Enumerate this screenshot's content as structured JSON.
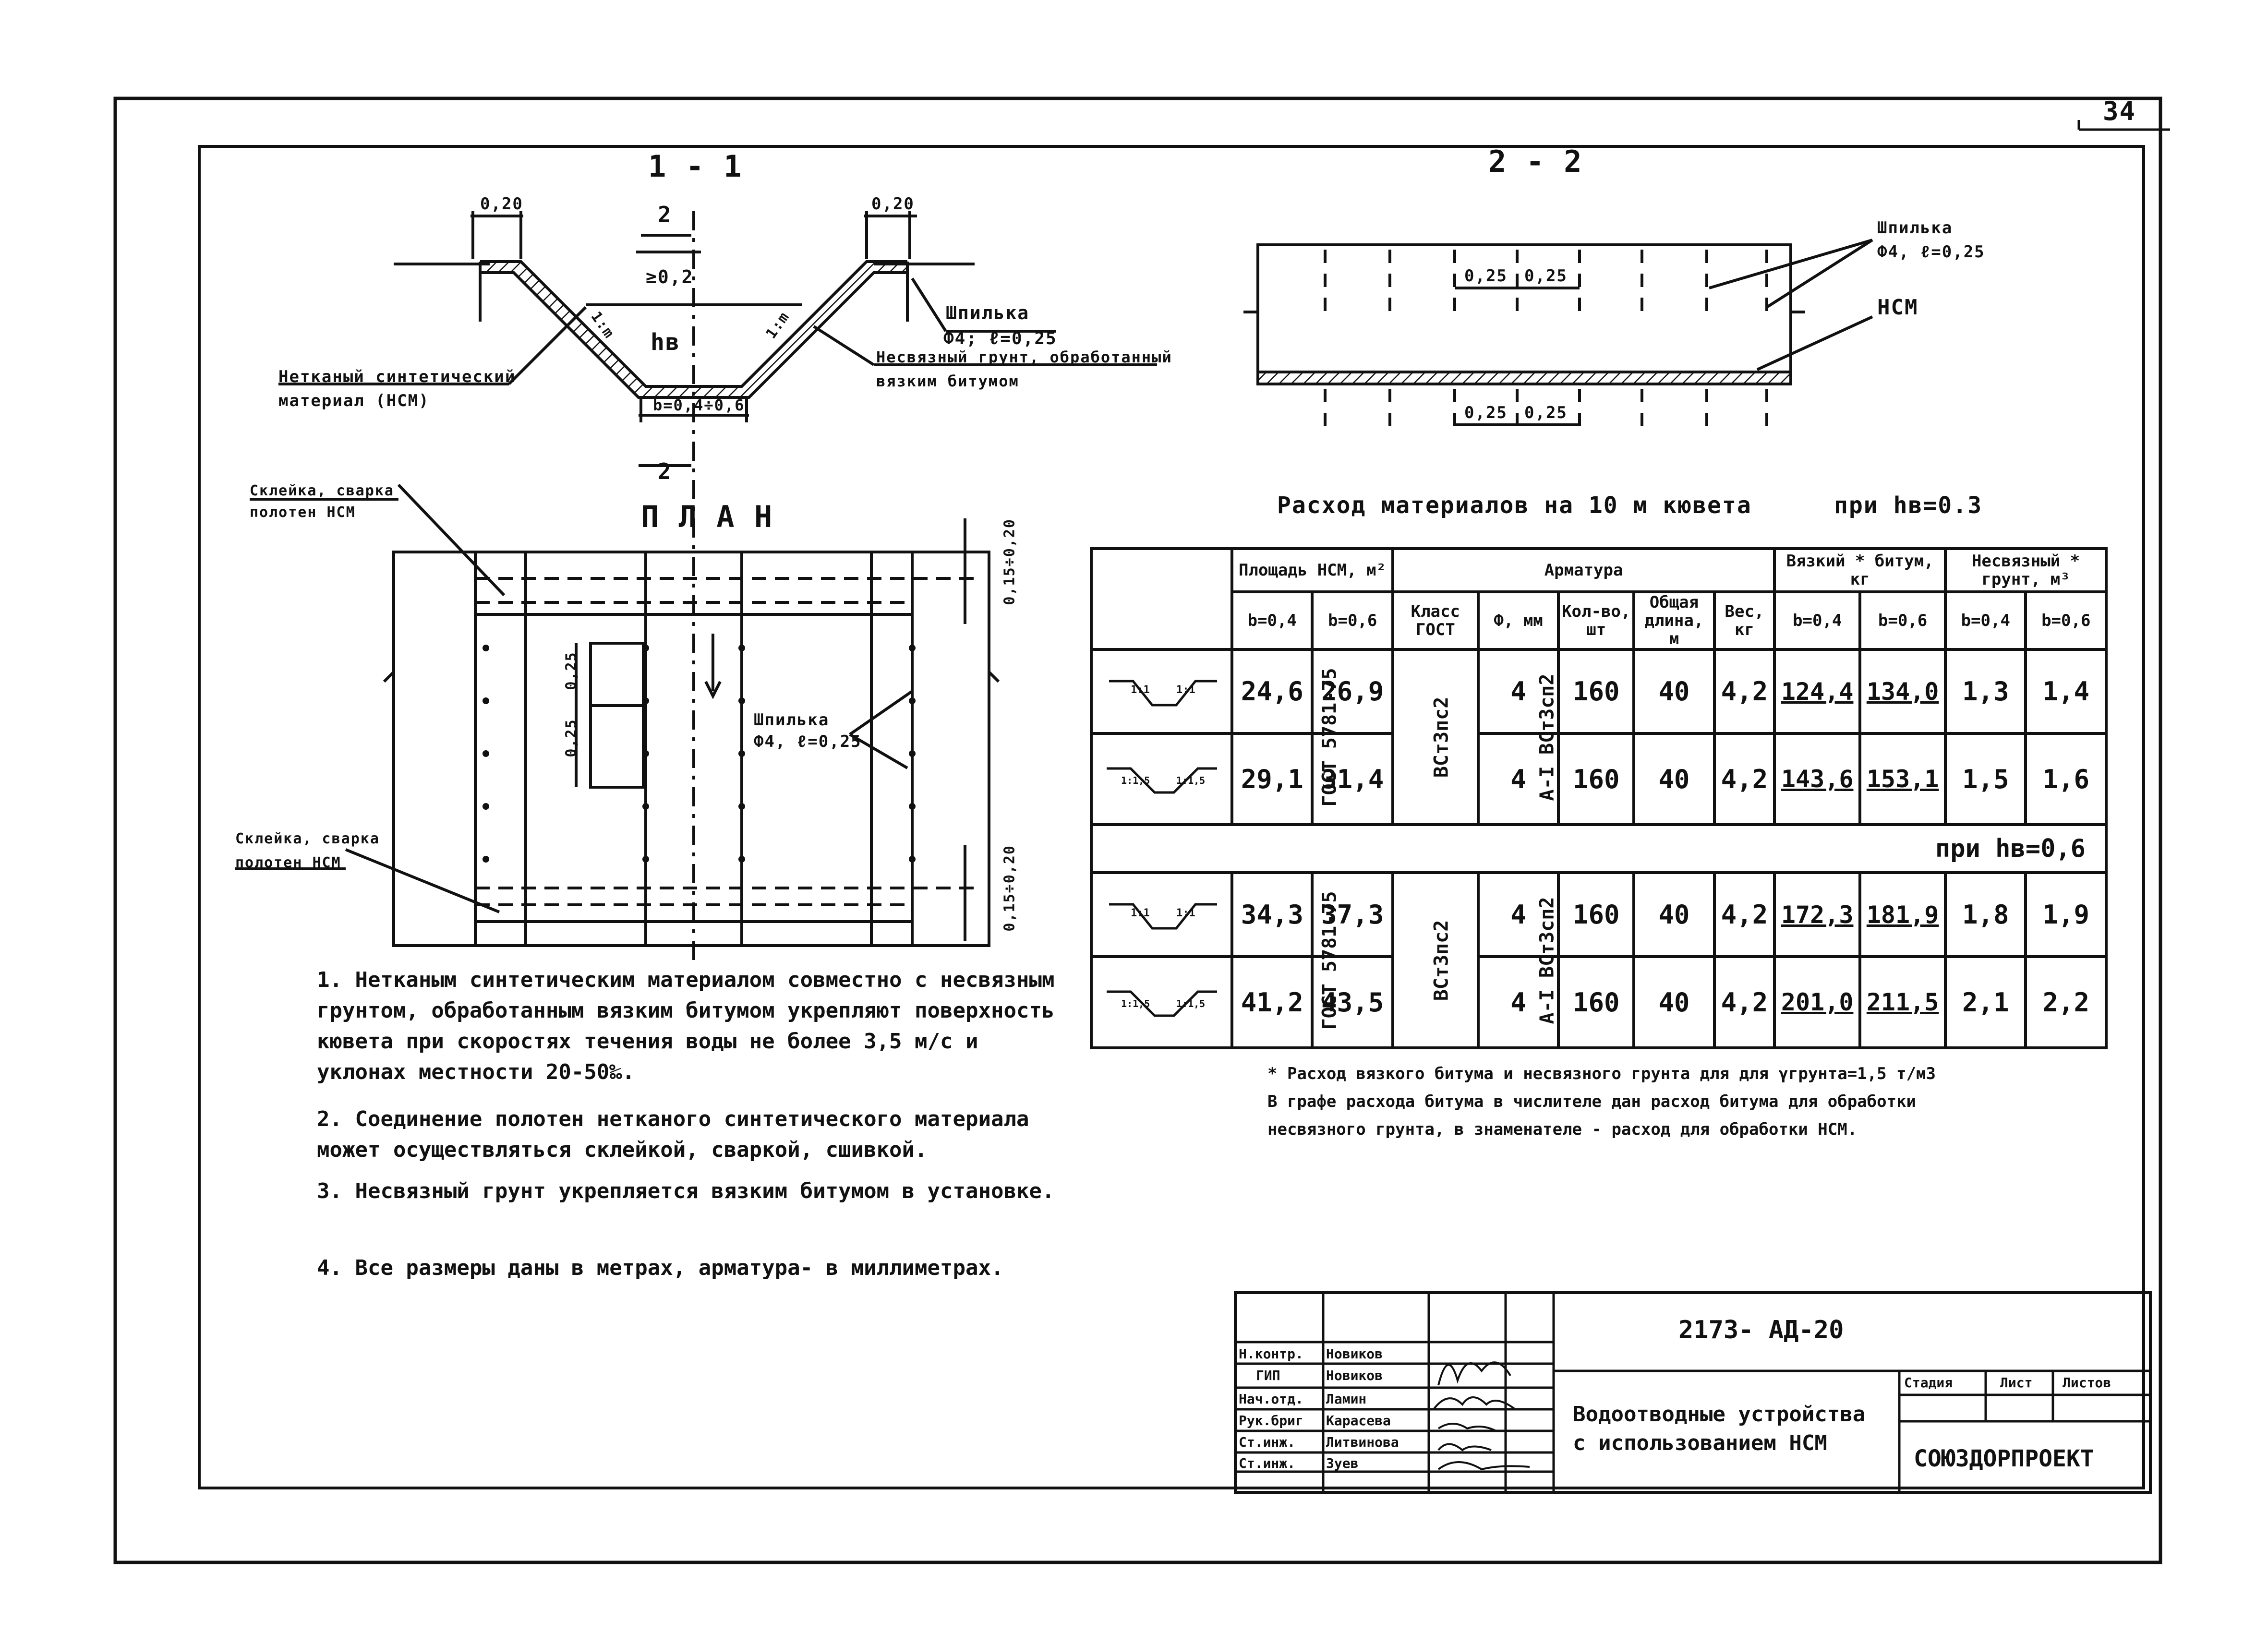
{
  "sheet_number": "34",
  "sections": {
    "s11_title": "1 - 1",
    "s22_title": "2 - 2",
    "plan_title": "П Л А Н"
  },
  "section_1_1": {
    "dim_top_left": "0,20",
    "dim_top_right": "0,20",
    "cut_mark": "2",
    "dim_02": "≥0,2",
    "hb": "hв",
    "slope_left": "1:m",
    "slope_right": "1:m",
    "bottom_width": "b=0,4÷0,6",
    "label_nsm_1": "Нетканый синтетический",
    "label_nsm_2": "материал (НСМ)",
    "label_soil_1": "Несвязный грунт, обработанный",
    "label_soil_2": "вязким битумом",
    "label_pin_1": "Шпилька",
    "label_pin_2": "Ф4; ℓ=0,25"
  },
  "section_2_2": {
    "dim_a": "0,25",
    "dim_b": "0,25",
    "dim_c": "0,25",
    "dim_d": "0,25",
    "label_pin_1": "Шпилька",
    "label_pin_2": "Ф4, ℓ=0,25",
    "label_nsm": "НСМ"
  },
  "plan": {
    "glue_top_1": "Склейка, сварка",
    "glue_top_2": "полотен НСМ",
    "glue_bot_1": "Склейка, сварка",
    "glue_bot_2": "полотен НСМ",
    "dim_v1": "0,25",
    "dim_v2": "0,25",
    "dim_right_top": "0,15÷0,20",
    "dim_right_bot": "0,15÷0,20",
    "pin_1": "Шпилька",
    "pin_2": "Ф4, ℓ=0,25"
  },
  "materials": {
    "title": "Расход материалов на 10 м кювета",
    "cond_1": "при hв=0.3",
    "cond_2": "при hв=0,6",
    "headers": {
      "area": "Площадь НСМ, м²",
      "armature": "Арматура",
      "bitumen": "Вязкий * битум, кг",
      "soil": "Несвязный * грунт, м³",
      "b04": "b=0,4",
      "b06": "b=0,6",
      "class": "Класс ГОСТ",
      "diam": "Ф, мм",
      "count": "Кол-во, шт",
      "length": "Общая длина, м",
      "weight": "Вес, кг"
    },
    "class_text_1": "A-I  ВСт3сп2",
    "class_text_2": "ВСт3пс2",
    "class_text_3": "ГОСТ 5781-75",
    "rows": [
      {
        "slope_a": "1:1",
        "slope_b": "1:1",
        "area04": "24,6",
        "area06": "26,9",
        "diam": "4",
        "count": "160",
        "length": "40",
        "weight": "4,2",
        "bit04": "124,4",
        "bit06": "134,0",
        "soil04": "1,3",
        "soil06": "1,4"
      },
      {
        "slope_a": "1:1,5",
        "slope_b": "1:1,5",
        "area04": "29,1",
        "area06": "31,4",
        "diam": "4",
        "count": "160",
        "length": "40",
        "weight": "4,2",
        "bit04": "143,6",
        "bit06": "153,1",
        "soil04": "1,5",
        "soil06": "1,6"
      },
      {
        "slope_a": "1:1",
        "slope_b": "1:1",
        "area04": "34,3",
        "area06": "37,3",
        "diam": "4",
        "count": "160",
        "length": "40",
        "weight": "4,2",
        "bit04": "172,3",
        "bit06": "181,9",
        "soil04": "1,8",
        "soil06": "1,9"
      },
      {
        "slope_a": "1:1,5",
        "slope_b": "1:1,5",
        "area04": "41,2",
        "area06": "43,5",
        "diam": "4",
        "count": "160",
        "length": "40",
        "weight": "4,2",
        "bit04": "201,0",
        "bit06": "211,5",
        "soil04": "2,1",
        "soil06": "2,2"
      }
    ],
    "footnote_1": "* Расход вязкого битума и несвязного грунта для для γгрунта=1,5 т/м3",
    "footnote_2": "В графе расхода битума в числителе дан расход битума для обработки",
    "footnote_3": "несвязного грунта, в знаменателе - расход для обработки НСМ."
  },
  "notes": [
    "1. Нетканым синтетическим материалом совместно с несвязным грунтом, обработанным вязким битумом укрепляют поверхность кювета при скоростях течения воды не более 3,5 м/с и уклонах местности 20-50‰.",
    "2. Соединение полотен нетканого синтетического материала может осуществляться склейкой, сваркой, сшивкой.",
    "3. Несвязный грунт укрепляется вязким битумом в установке.",
    "4. Все размеры даны в метрах, арматура- в миллиметрах."
  ],
  "title_block": {
    "code": "2173- АД-20",
    "title_1": "Водоотводные устройства",
    "title_2": "с использованием НСМ",
    "stage": "Стадия",
    "sheet": "Лист",
    "sheets": "Листов",
    "org": "СОЮЗДОРПРОЕКТ",
    "roles": [
      {
        "role": "Н.контр.",
        "name": "Новиков"
      },
      {
        "role": "ГИП",
        "name": "Новиков"
      },
      {
        "role": "Нач.отд.",
        "name": "Ламин"
      },
      {
        "role": "Рук.бриг",
        "name": "Карасева"
      },
      {
        "role": "Ст.инж.",
        "name": "Литвинова"
      },
      {
        "role": "Ст.инж.",
        "name": "Зуев"
      }
    ]
  }
}
